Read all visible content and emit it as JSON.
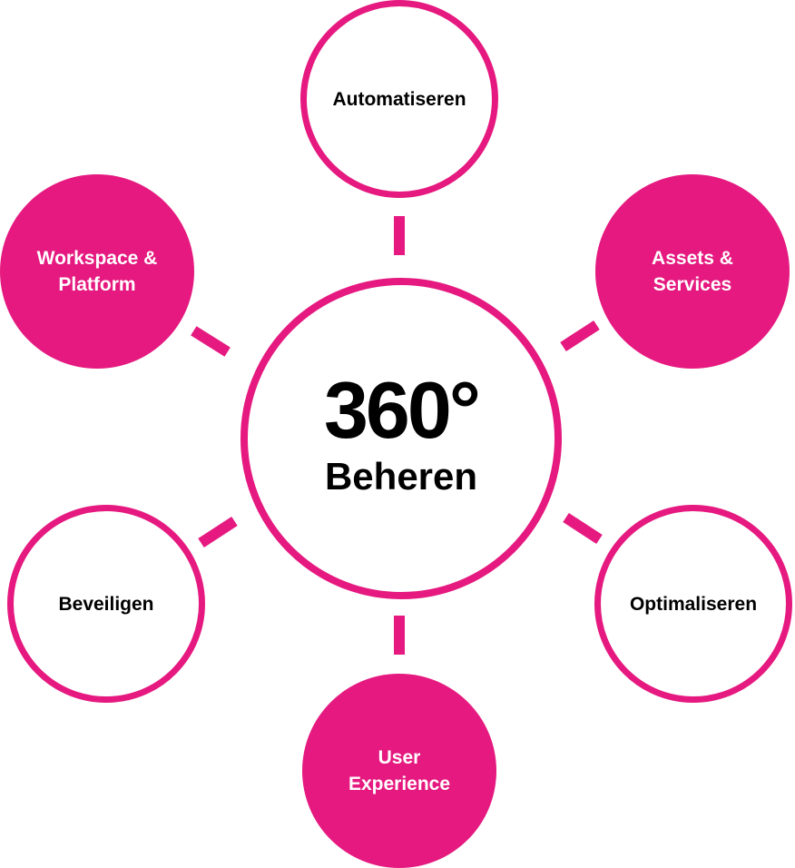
{
  "diagram": {
    "accent_color": "#e5197f",
    "center": {
      "title": "360°",
      "subtitle": "Beheren"
    },
    "nodes": [
      {
        "id": "automatiseren",
        "label": "Automatiseren",
        "style": "outline",
        "position": "top"
      },
      {
        "id": "assets-services",
        "label": "Assets & Services",
        "line1": "Assets &",
        "line2": "Services",
        "style": "filled",
        "position": "top-right"
      },
      {
        "id": "optimaliseren",
        "label": "Optimaliseren",
        "style": "outline",
        "position": "bottom-right"
      },
      {
        "id": "user-experience",
        "label": "User Experience",
        "line1": "User",
        "line2": "Experience",
        "style": "filled",
        "position": "bottom"
      },
      {
        "id": "beveiligen",
        "label": "Beveiligen",
        "style": "outline",
        "position": "bottom-left"
      },
      {
        "id": "workspace-platform",
        "label": "Workspace & Platform",
        "line1": "Workspace &",
        "line2": "Platform",
        "style": "filled",
        "position": "top-left"
      }
    ]
  }
}
